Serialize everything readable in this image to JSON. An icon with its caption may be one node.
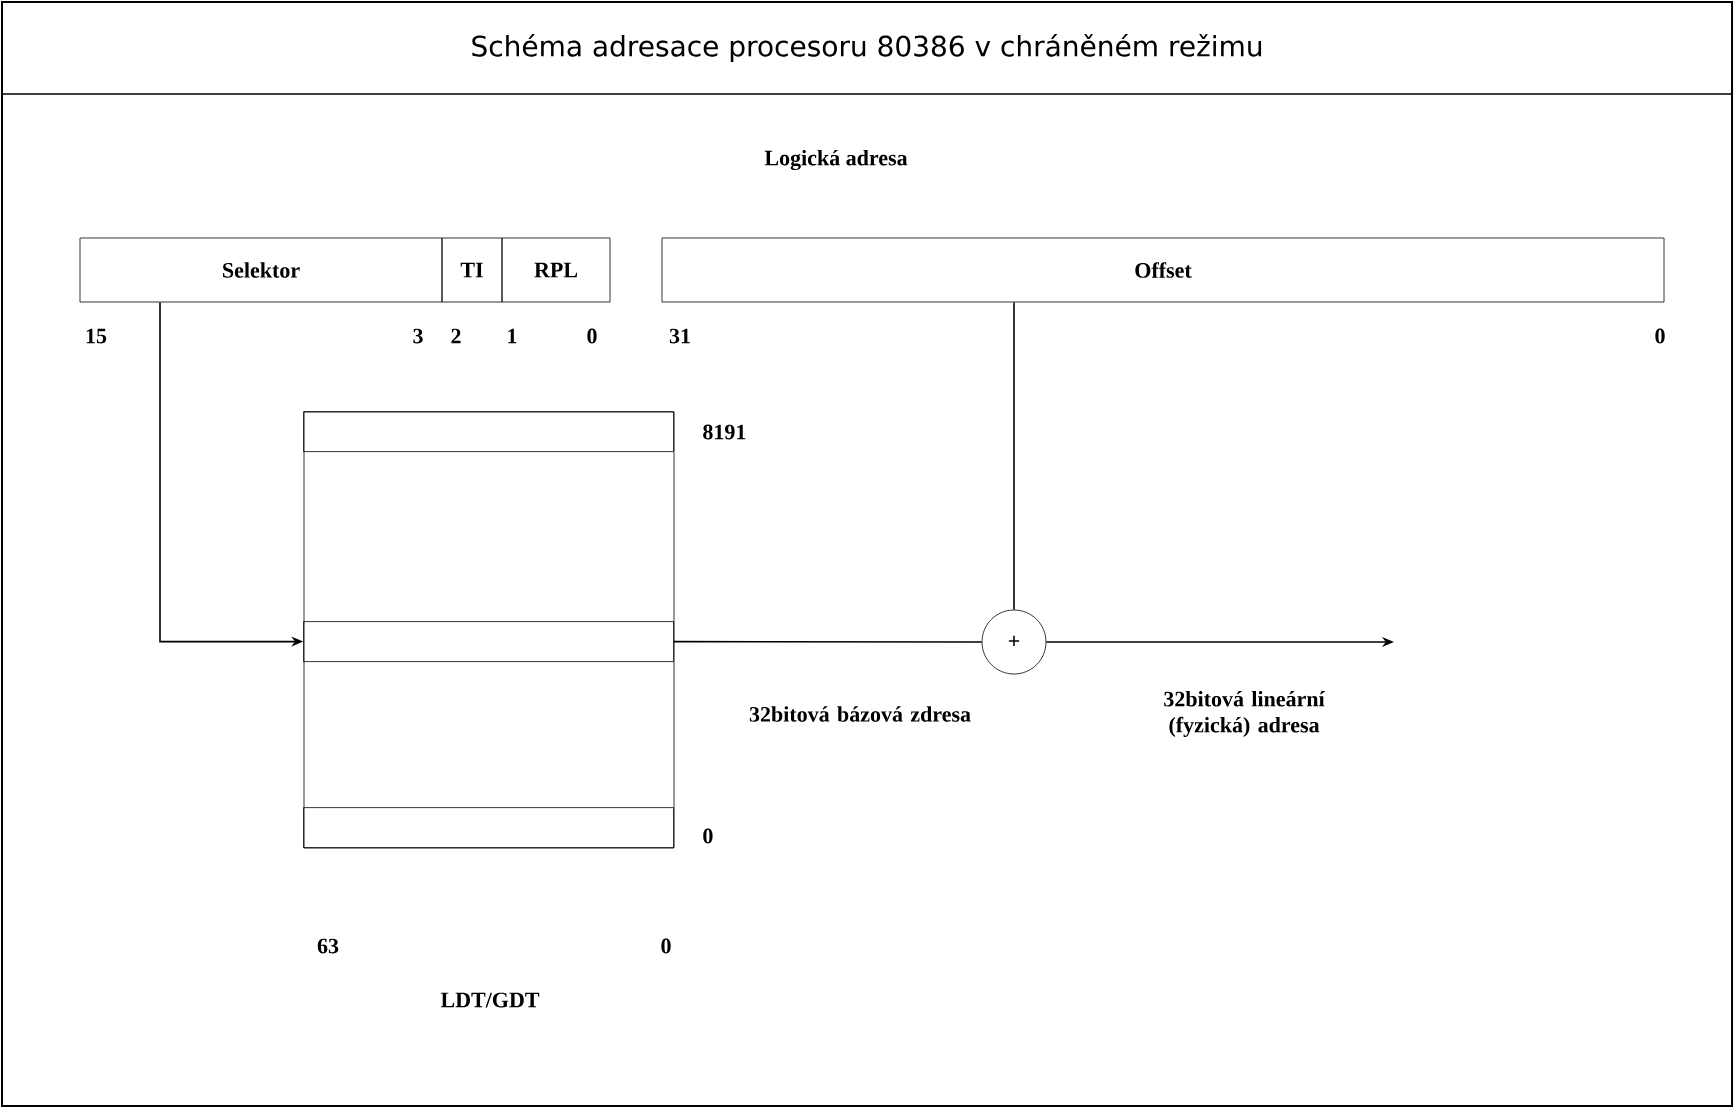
{
  "diagram": {
    "title": "Schéma adresace procesoru 80386 v chráněném režimu",
    "nodes": [
      {
        "text": [
          "Selektor"
        ]
      },
      {
        "text": [
          "TI"
        ]
      },
      {
        "text": [
          "RPL"
        ]
      },
      {
        "text": [
          "Offset"
        ]
      },
      {
        "text": [],
        "shape": "box"
      },
      {
        "text": [],
        "shape": "box",
        "in": 4,
        "beside": [
          "8191"
        ]
      },
      {
        "text": [],
        "shape": "box",
        "in": 4
      },
      {
        "text": [],
        "shape": "box",
        "in": 4,
        "beside": [
          "0"
        ]
      },
      {
        "text": [
          "+"
        ]
      }
    ],
    "edges": [
      {
        "from": 0,
        "to": 6,
        "arrow": "to"
      },
      {
        "from": 6,
        "to": 8,
        "arrow": "none",
        "label": "32bitová bázová zdresa"
      },
      {
        "from": 3,
        "to": 8,
        "arrow": "none"
      },
      {
        "from": 8,
        "to": null,
        "arrow": "to",
        "label": "32bitová lineární (fyzická) adresa"
      }
    ],
    "labels": [
      "Logická adresa",
      "15",
      "3",
      "2",
      "1",
      "0",
      "31",
      "0",
      "63",
      "0",
      "LDT/GDT"
    ]
  }
}
